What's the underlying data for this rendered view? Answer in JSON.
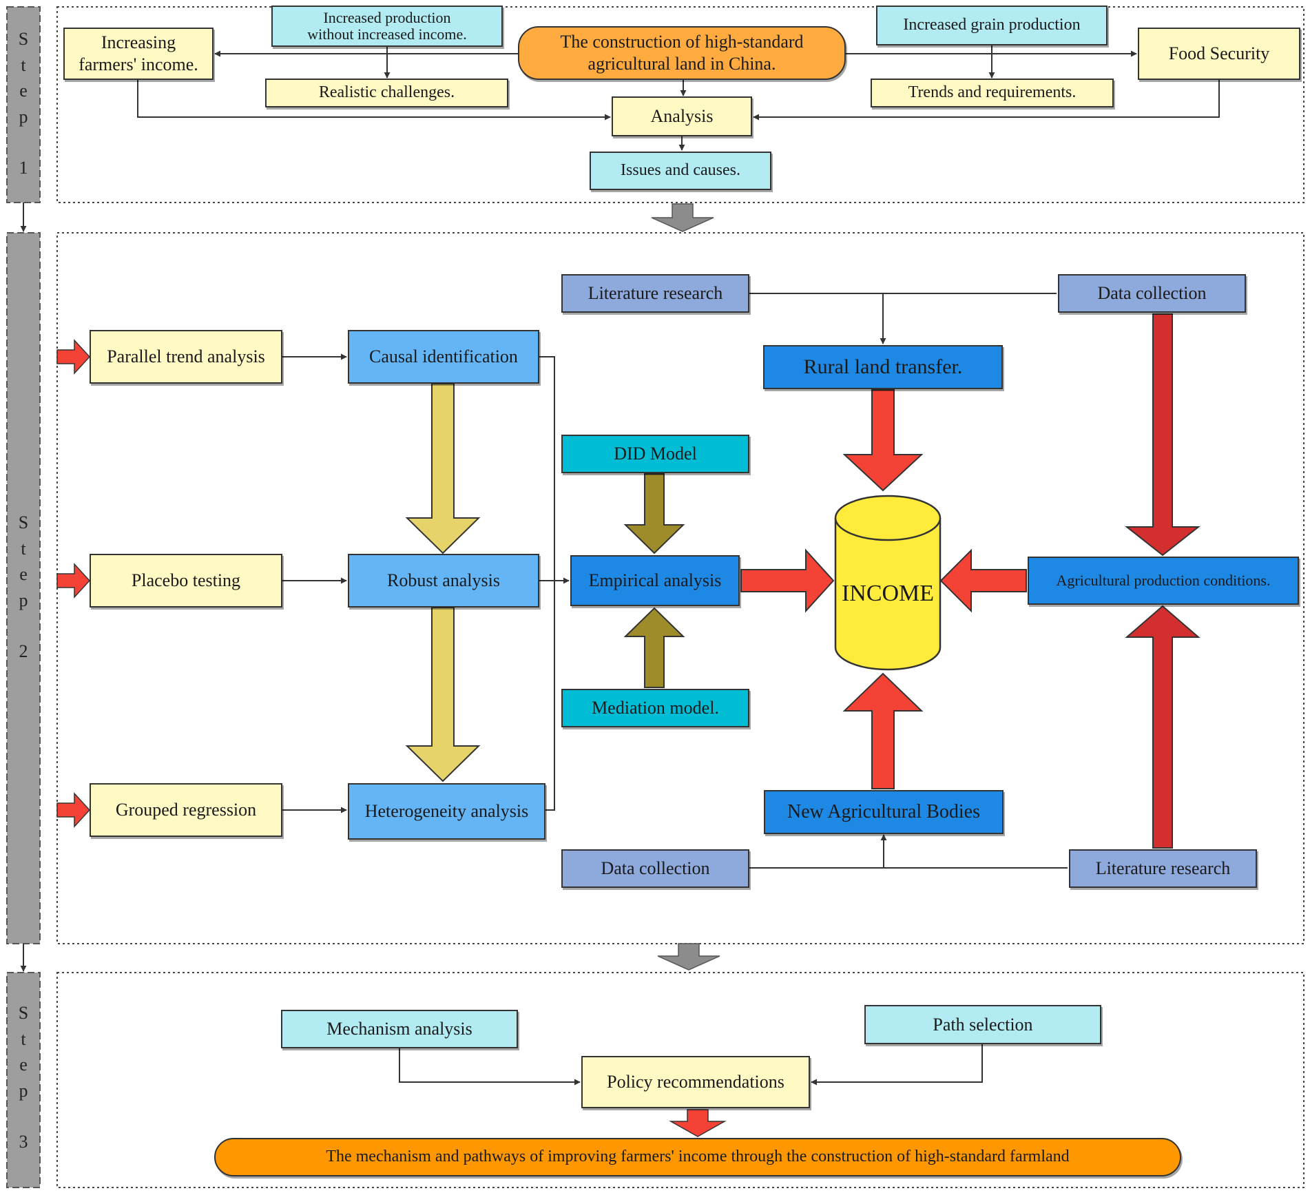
{
  "steps": [
    {
      "letters": [
        "S",
        "t",
        "e",
        "p",
        "1"
      ]
    },
    {
      "letters": [
        "S",
        "t",
        "e",
        "p",
        "2"
      ]
    },
    {
      "letters": [
        "S",
        "t",
        "e",
        "p",
        "3"
      ]
    }
  ],
  "step1": {
    "construction": "The construction of high-standard agricultural land in China.",
    "income_goal": "Increasing farmers' income.",
    "prod_without_income": "Increased production without increased income.",
    "realistic": "Realistic challenges.",
    "grain": "Increased grain production",
    "trends": "Trends and requirements.",
    "food_security": "Food Security",
    "analysis": "Analysis",
    "issues": "Issues and causes."
  },
  "step2": {
    "parallel_trend": "Parallel trend analysis",
    "placebo": "Placebo testing",
    "grouped": "Grouped regression",
    "causal": "Causal identification",
    "robust": "Robust analysis",
    "heterogeneity": "Heterogeneity analysis",
    "literature_top": "Literature research",
    "data_top": "Data collection",
    "rural_land": "Rural land transfer.",
    "did": "DID Model",
    "empirical": "Empirical analysis",
    "mediation": "Mediation model.",
    "income": "INCOME",
    "agri_conditions": "Agricultural production conditions.",
    "new_bodies": "New Agricultural Bodies",
    "data_bottom": "Data collection",
    "literature_bottom": "Literature research"
  },
  "step3": {
    "mechanism": "Mechanism analysis",
    "path": "Path selection",
    "policy": "Policy recommendations",
    "conclusion": "The mechanism and pathways of improving farmers' income through the construction of high-standard farmland"
  },
  "colors": {
    "light_yellow": "#fff9c4",
    "light_cyan": "#b2ebf2",
    "orange": "#ffab40",
    "light_blue": "#64b5f6",
    "blue": "#1e88e5",
    "periwinkle": "#8ea9db",
    "turquoise": "#00bcd4",
    "cylinder_yellow": "#ffeb3b",
    "red_arrow": "#f44336",
    "dark_red_arrow": "#d32f2f",
    "khaki_arrow": "#e6d46a",
    "olive_arrow": "#9e8b2a",
    "grey_arrow": "#8c8c8c",
    "step_bar": "#9e9e9e"
  }
}
